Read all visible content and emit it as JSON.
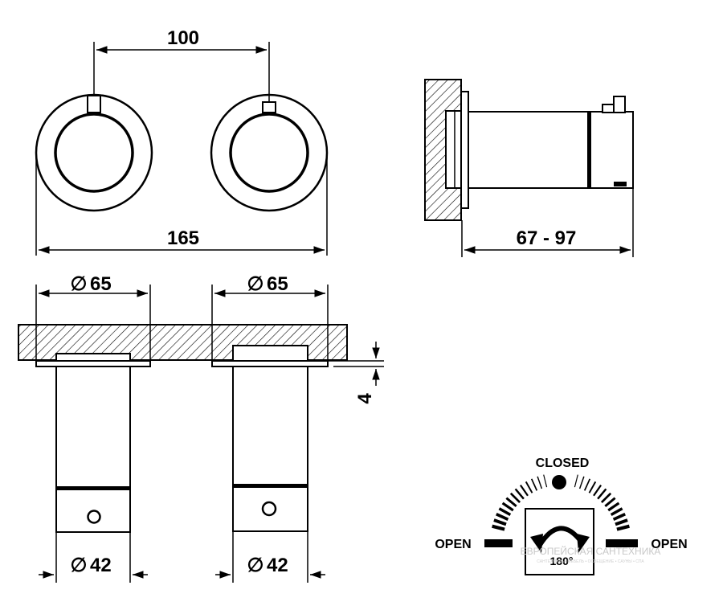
{
  "dimensions": {
    "spacing": "100",
    "overall_width": "165",
    "depth_range": "67 - 97",
    "rosette_diameter_left": "65",
    "rosette_diameter_right": "65",
    "wall_gap": "4",
    "body_diameter_left": "42",
    "body_diameter_right": "42",
    "diameter_symbol": "∅"
  },
  "rotation_diagram": {
    "closed_label": "CLOSED",
    "open_left_label": "OPEN",
    "open_right_label": "OPEN",
    "rotation_angle": "180°"
  },
  "watermark": {
    "title": "ЕВРОПЕЙСКАЯ САНТЕХНИКА",
    "subtitle": "САНТЕХНИКА • МЕБЕЛЬ • ОСВЕЩЕНИЕ • САУНЫ • СПА"
  }
}
